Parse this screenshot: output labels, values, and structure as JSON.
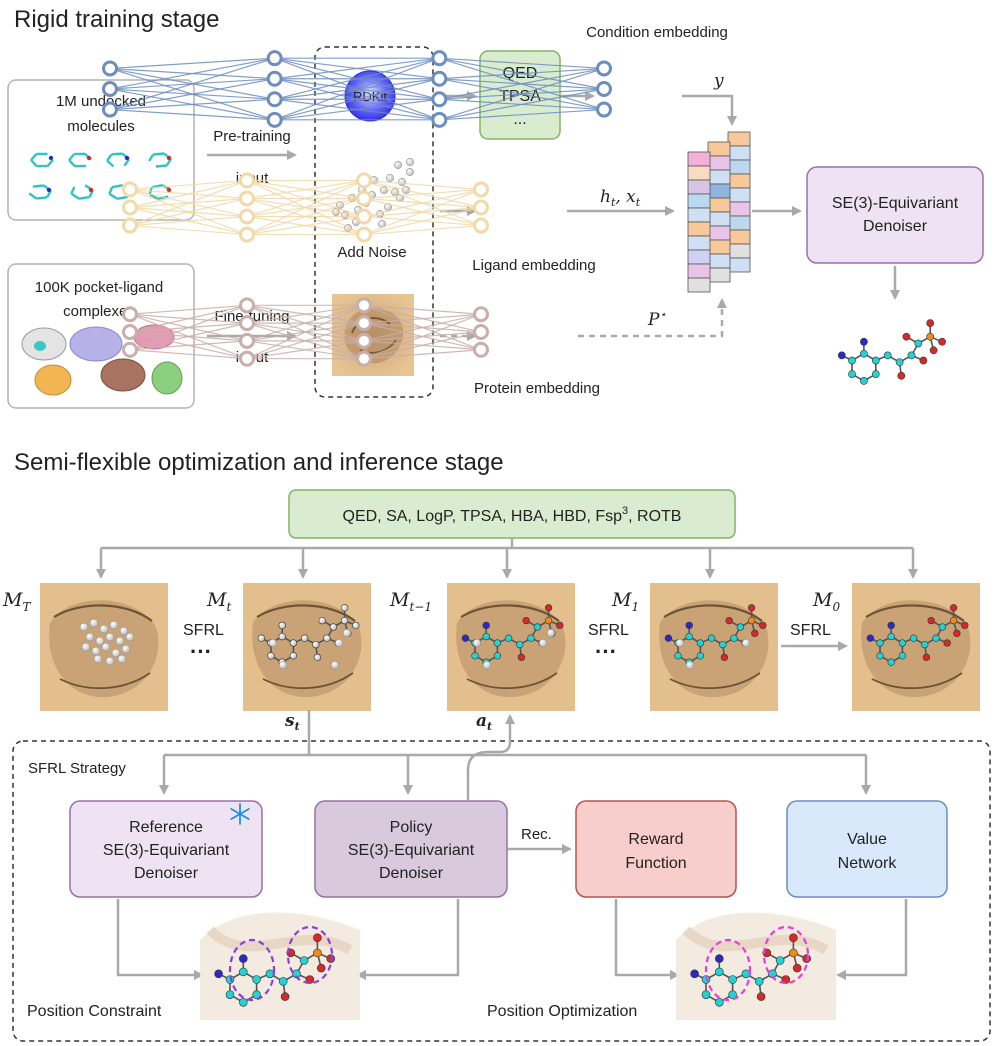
{
  "titles": {
    "rigid": "Rigid training stage",
    "semi": "Semi-flexible optimization and inference stage"
  },
  "rigid": {
    "dataset1": {
      "line1": "1M undocked",
      "line2": "molecules"
    },
    "dataset2": {
      "line1": "100K pocket-ligand",
      "line2": "complexes"
    },
    "pretrain": {
      "line1": "Pre-training",
      "line2": "input"
    },
    "finetune": {
      "line1": "Fine-tuning",
      "line2": "input"
    },
    "rdkit": "RDKit",
    "add_noise": "Add Noise",
    "props": [
      "QED",
      "TPSA",
      "..."
    ],
    "condition_embedding": "Condition embedding",
    "ligand_embedding": "Ligand embedding",
    "protein_embedding": "Protein embedding",
    "y": "y",
    "htxt": "h",
    "ht_sub": "t",
    "xt": ", x",
    "xt_sub": "t",
    "pstar": "P",
    "pstar_sup": "⋆",
    "denoiser": {
      "line1": "SE(3)-Equivariant",
      "line2": "Denoiser"
    }
  },
  "semi": {
    "props_bar": {
      "text": "QED, SA, LogP, TPSA, HBA, HBD, Fsp",
      "sup": "3",
      "tail": ", ROTB"
    },
    "states": [
      {
        "name": "M",
        "sub": "T"
      },
      {
        "name": "M",
        "sub": "t"
      },
      {
        "name": "M",
        "sub": "t−1"
      },
      {
        "name": "M",
        "sub": "1"
      },
      {
        "name": "M",
        "sub": "0"
      }
    ],
    "sfrl": "SFRL",
    "dots": "···",
    "st": "s",
    "st_sub": "t",
    "at": "a",
    "at_sub": "t",
    "strategy": "SFRL Strategy",
    "reference": {
      "line1": "Reference",
      "line2": "SE(3)-Equivariant",
      "line3": "Denoiser"
    },
    "policy": {
      "line1": "Policy",
      "line2": "SE(3)-Equivariant",
      "line3": "Denoiser"
    },
    "rec": "Rec.",
    "reward": {
      "line1": "Reward",
      "line2": "Function"
    },
    "value": {
      "line1": "Value",
      "line2": "Network"
    },
    "position_constraint": "Position Constraint",
    "position_optimization": "Position Optimization"
  },
  "colors": {
    "green_box": "#d9ecd0",
    "green_border": "#82b366",
    "purple_box": "#efe3f3",
    "purple_border": "#9673a6",
    "policy_box": "#d8c9dd",
    "red_box": "#f8cecc",
    "red_border": "#b85450",
    "blue_box": "#dae8fc",
    "blue_border": "#6c8ebf",
    "pocket": "#e3bf8d",
    "carbon": "#22d3d3",
    "nitrogen": "#2a2ac8",
    "oxygen": "#d42a2a",
    "phosphorus": "#f08a1c"
  }
}
